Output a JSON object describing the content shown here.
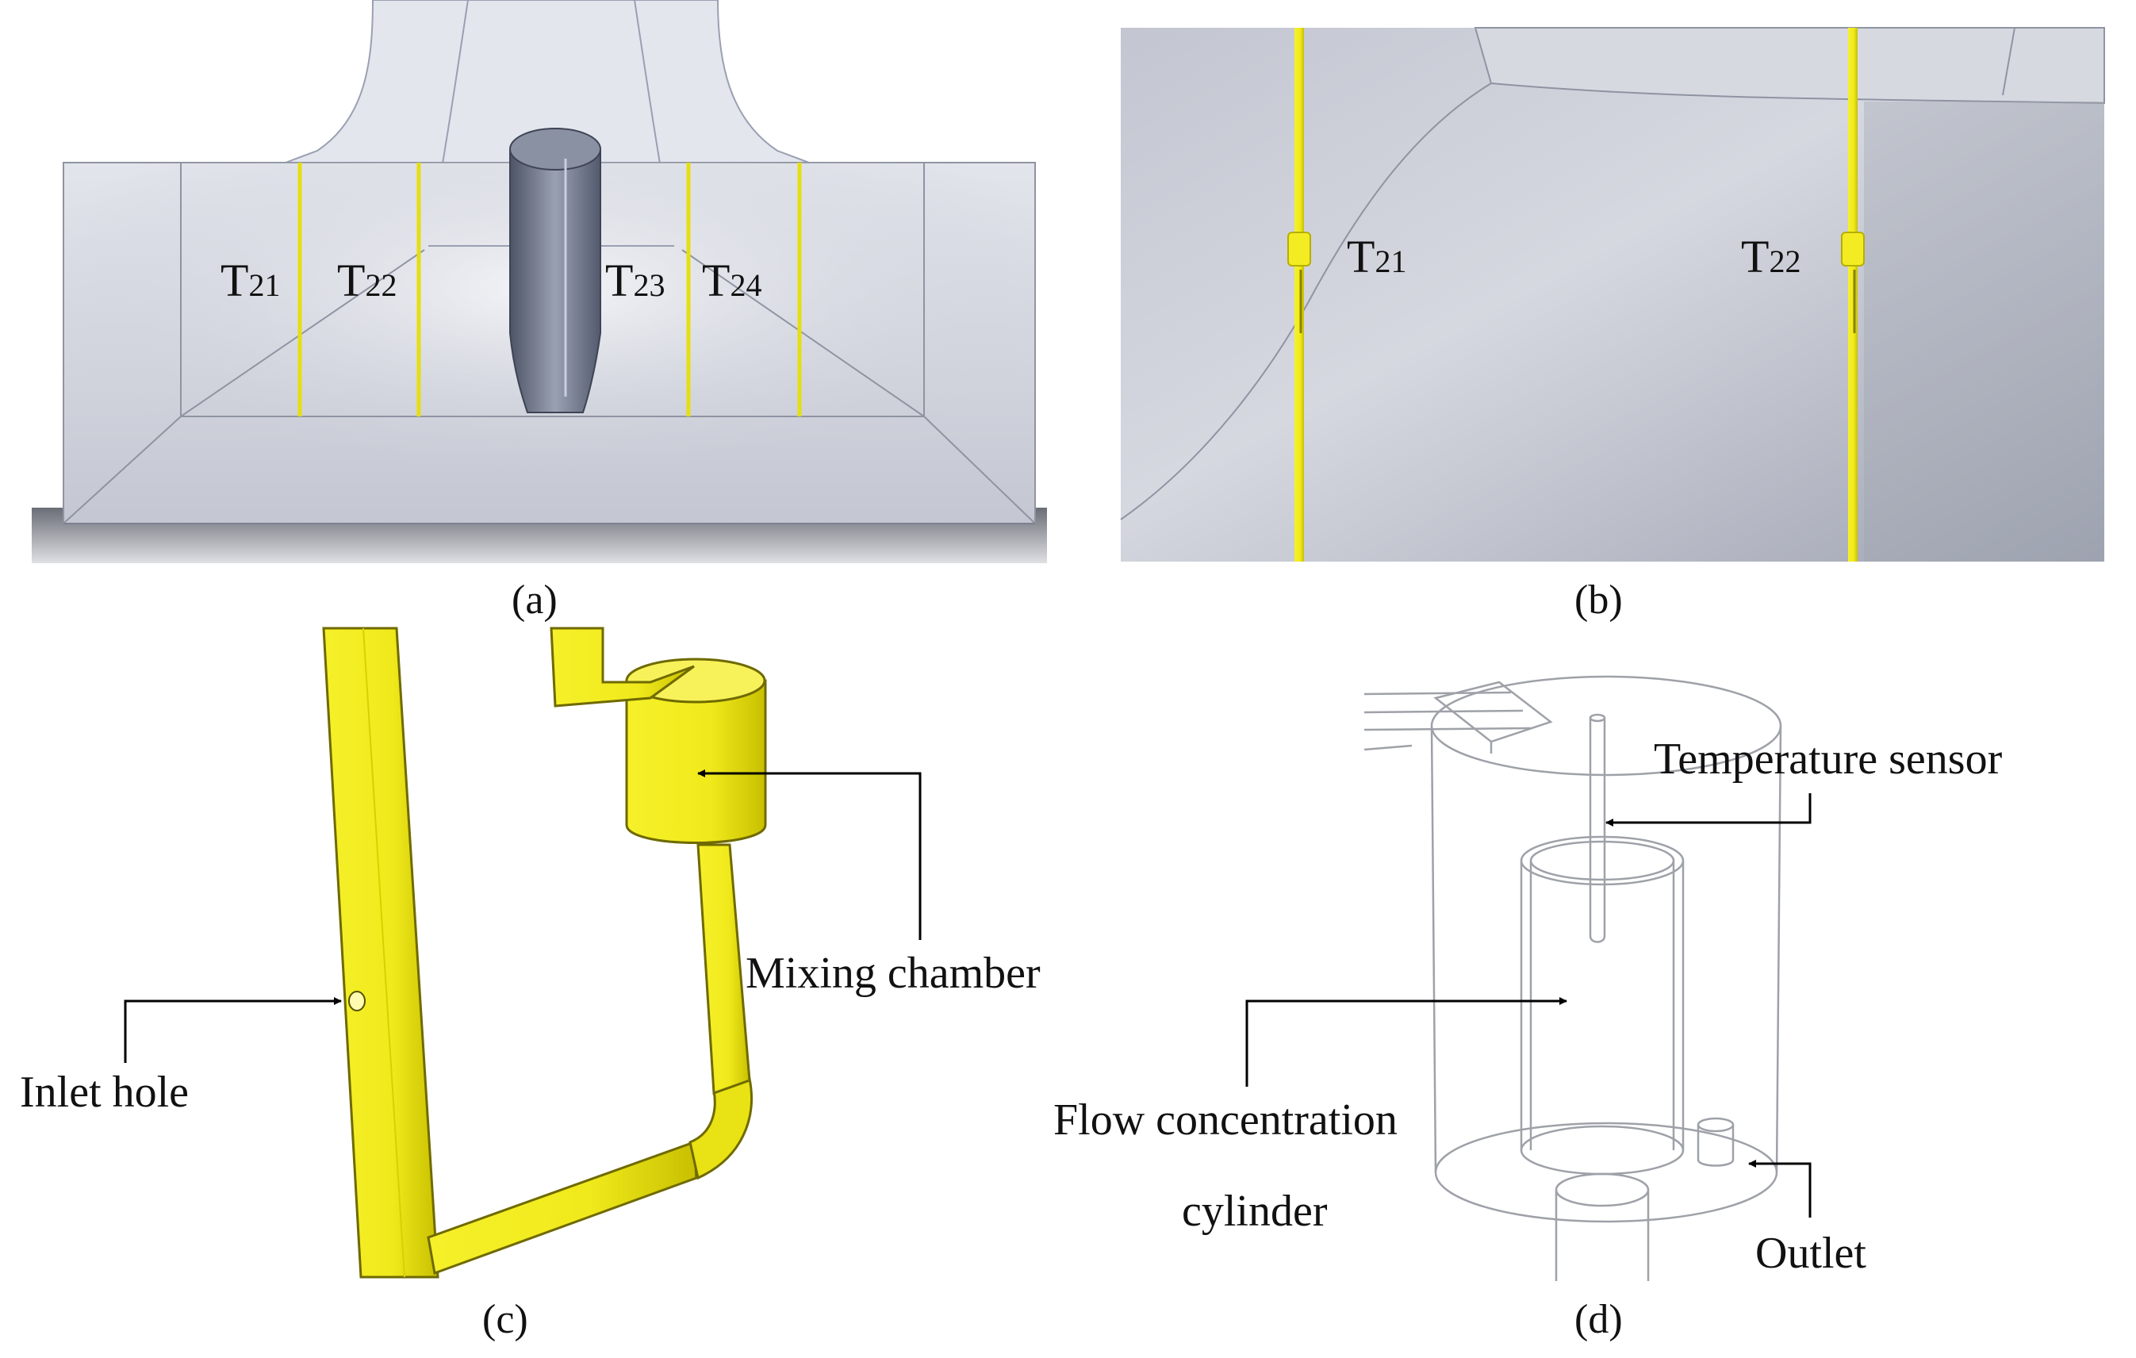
{
  "panels": {
    "a": {
      "caption": "(a)",
      "sensors": [
        {
          "main": "T",
          "sub": "21"
        },
        {
          "main": "T",
          "sub": "22"
        },
        {
          "main": "T",
          "sub": "23"
        },
        {
          "main": "T",
          "sub": "24"
        }
      ]
    },
    "b": {
      "caption": "(b)",
      "sensors": [
        {
          "main": "T",
          "sub": "21"
        },
        {
          "main": "T",
          "sub": "22"
        }
      ]
    },
    "c": {
      "caption": "(c)",
      "labels": {
        "mixing_chamber": "Mixing chamber",
        "inlet_hole": "Inlet hole"
      }
    },
    "d": {
      "caption": "(d)",
      "labels": {
        "temperature_sensor": "Temperature sensor",
        "flow_cylinder_line1": "Flow concentration",
        "flow_cylinder_line2": "cylinder",
        "outlet": "Outlet"
      }
    }
  },
  "colors": {
    "yellow": "#f0ea1c",
    "yellow_dark": "#b8b000",
    "gray_panel": "#c9ccd6",
    "gray_dark": "#8f94a2",
    "rod": "#6f7687"
  }
}
